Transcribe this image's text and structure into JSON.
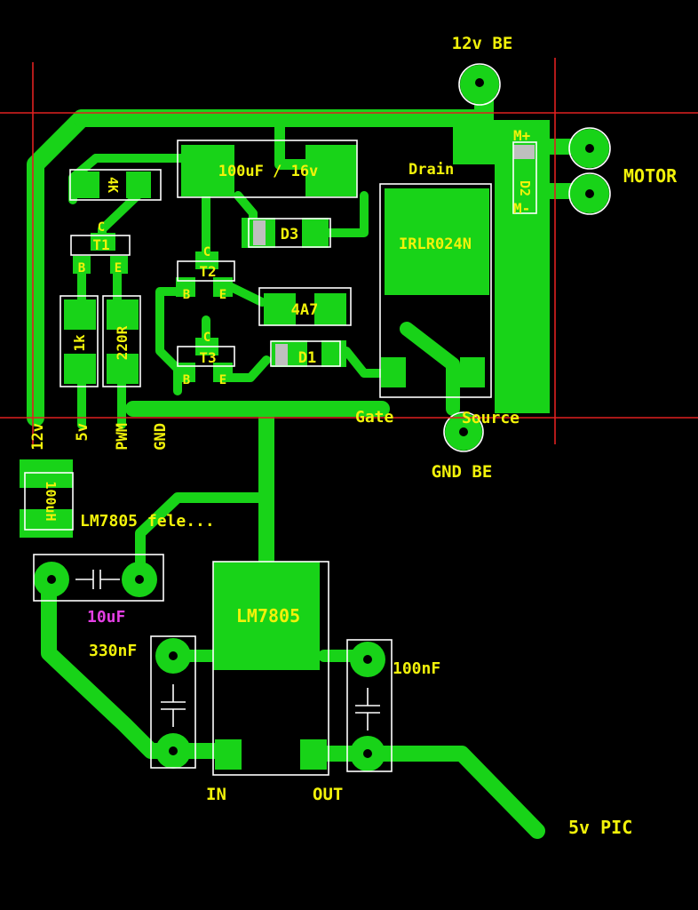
{
  "colors": {
    "background": "#000000",
    "copper": "#18d318",
    "board_edge": "#e02020",
    "silkscreen": "#ffffff",
    "label_yellow": "#f2f20a",
    "label_magenta": "#e43fe4",
    "smd_end": "#bfbfbf"
  },
  "connectors": {
    "v12_be": "12v BE",
    "motor": "MOTOR",
    "motor_pos": "M+",
    "motor_neg": "M-",
    "gnd_be": "GND BE",
    "v5_pic": "5v PIC"
  },
  "components": {
    "c_100uf_16v": "100uF / 16v",
    "d3": "D3",
    "d1": "D1",
    "d2": "D2",
    "r_4a7": "4A7",
    "mosfet": "IRLR024N",
    "drain": "Drain",
    "gate": "Gate",
    "source": "Source",
    "r_1k": "1k",
    "r_220r": "220R",
    "r_4k": "4K",
    "t1": "T1",
    "t2": "T2",
    "t3": "T3",
    "pin_c": "C",
    "pin_b": "B",
    "pin_e": "E",
    "inductor": "100uH",
    "note": "LM7805 fele...",
    "c_10uf": "10uF",
    "regulator": "LM7805",
    "c_330nf": "330nF",
    "c_100nf": "100nF",
    "pin_in": "IN",
    "pin_out": "OUT"
  },
  "header_pins": [
    "12v",
    "5v",
    "PWM",
    "GND"
  ]
}
